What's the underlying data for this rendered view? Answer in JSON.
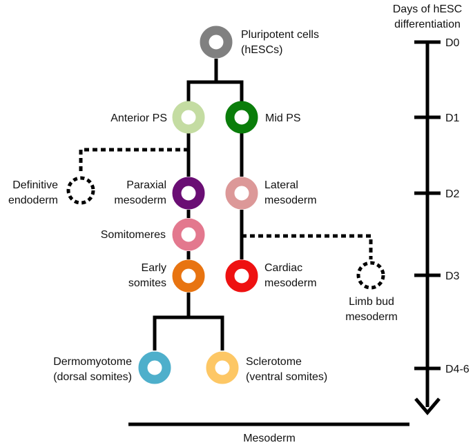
{
  "timeline": {
    "title_line1": "Days of hESC",
    "title_line2": "differentiation",
    "days": [
      "D0",
      "D1",
      "D2",
      "D3",
      "D4-6"
    ]
  },
  "nodes": {
    "pluripotent": {
      "line1": "Pluripotent cells",
      "line2": "(hESCs)",
      "color": "#808080"
    },
    "anterior_ps": {
      "line1": "Anterior PS",
      "color": "#c4dca2"
    },
    "mid_ps": {
      "line1": "Mid PS",
      "color": "#0a7d0a"
    },
    "definitive_endoderm": {
      "line1": "Definitive",
      "line2": "endoderm"
    },
    "paraxial_mesoderm": {
      "line1": "Paraxial",
      "line2": "mesoderm",
      "color": "#6a0e74"
    },
    "lateral_mesoderm": {
      "line1": "Lateral",
      "line2": "mesoderm",
      "color": "#dc9898"
    },
    "somitomeres": {
      "line1": "Somitomeres",
      "color": "#e3788e"
    },
    "early_somites": {
      "line1": "Early",
      "line2": "somites",
      "color": "#e87411"
    },
    "cardiac_mesoderm": {
      "line1": "Cardiac",
      "line2": "mesoderm",
      "color": "#ee1111"
    },
    "limb_bud_mesoderm": {
      "line1": "Limb bud",
      "line2": "mesoderm"
    },
    "dermomyotome": {
      "line1": "Dermomyotome",
      "line2": "(dorsal somites)",
      "color": "#4eafcb"
    },
    "sclerotome": {
      "line1": "Sclerotome",
      "line2": "(ventral somites)",
      "color": "#fdc765"
    }
  },
  "footer": {
    "label": "Mesoderm"
  }
}
